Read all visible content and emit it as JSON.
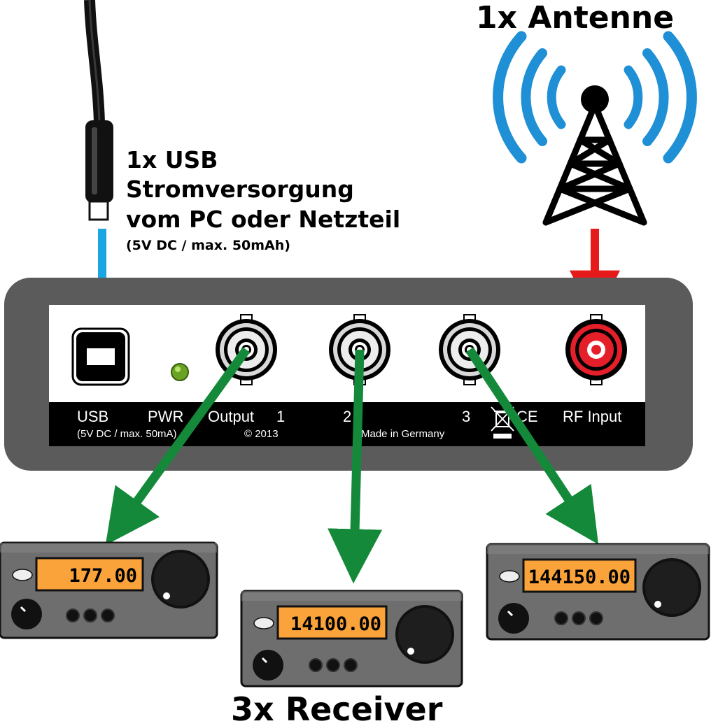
{
  "title_antenna": "1x Antenne",
  "usb_text": {
    "line1": "1x USB",
    "line2": "Stromversorgung",
    "line3": "vom PC oder Netzteil",
    "line4": "(5V DC / max. 50mAh)"
  },
  "panel": {
    "usb": "USB",
    "usb_spec": "(5V DC / max. 50mA)",
    "pwr": "PWR",
    "output": "Output",
    "out1": "1",
    "out2": "2",
    "out3": "3",
    "copyright": "© 2013",
    "made_in": "Made in Germany",
    "ce": "CE",
    "rf_input": "RF Input"
  },
  "receivers": [
    {
      "frequency": "177.00"
    },
    {
      "frequency": "14100.00"
    },
    {
      "frequency": "144150.00"
    }
  ],
  "receivers_label": "3x Receiver",
  "colors": {
    "usb_arrow": "#1aa6e0",
    "rf_arrow": "#e61a1a",
    "out_arrow": "#14893a",
    "antenna_waves": "#1f8fd6",
    "panel_gray": "#5b5b5b",
    "lcd": "#f9a33a",
    "led": "#7cbb2a"
  }
}
